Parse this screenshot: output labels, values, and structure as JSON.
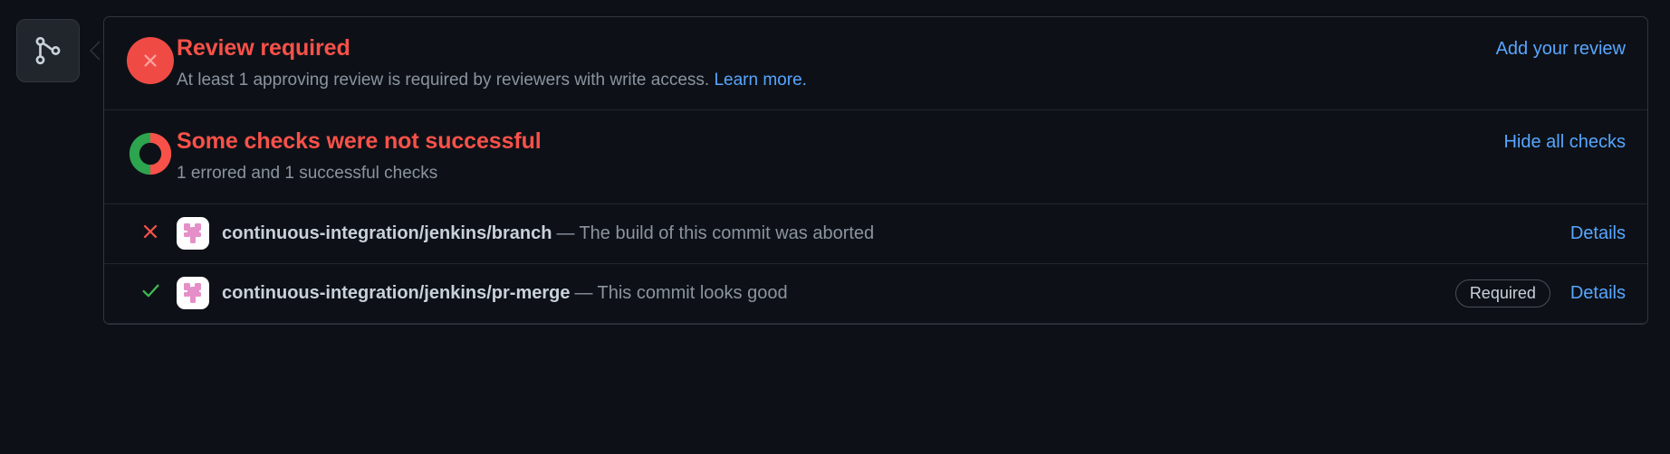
{
  "timeline": {
    "icon": "git-branch-icon"
  },
  "sections": [
    {
      "id": "review-required",
      "icon": "x-circle-icon",
      "title": "Review required",
      "subtitle": "At least 1 approving review is required by reviewers with write access.",
      "link_text": "Learn more.",
      "action_label": "Add your review",
      "title_color": "#f85149",
      "icon_color": "#f04a45"
    },
    {
      "id": "checks-status",
      "icon": "donut-progress-icon",
      "title": "Some checks were not successful",
      "subtitle": "1 errored and 1 successful checks",
      "action_label": "Hide all checks",
      "title_color": "#f85149",
      "donut_success_color": "#2da44e",
      "donut_error_color": "#f85149",
      "donut_success_ratio": 0.5
    }
  ],
  "checks": [
    {
      "status": "error",
      "status_icon": "x-icon",
      "status_color": "#f85149",
      "avatar": "jenkins-avatar",
      "name": "continuous-integration/jenkins/branch",
      "dash": "—",
      "description": "The build of this commit was aborted",
      "required": false,
      "details_label": "Details"
    },
    {
      "status": "success",
      "status_icon": "check-icon",
      "status_color": "#3fb950",
      "avatar": "jenkins-avatar",
      "name": "continuous-integration/jenkins/pr-merge",
      "dash": "—",
      "description": "This commit looks good",
      "required": true,
      "required_label": "Required",
      "details_label": "Details"
    }
  ],
  "colors": {
    "background": "#0d1117",
    "border": "#30363d",
    "link": "#58a6ff",
    "muted": "#8b949e",
    "text": "#c9d1d9"
  }
}
